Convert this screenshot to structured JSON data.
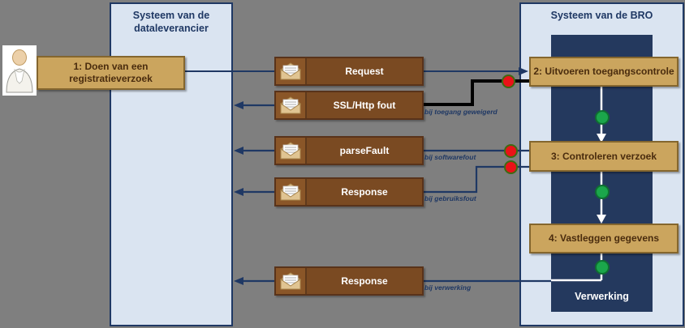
{
  "lanes": {
    "dataleverancier": {
      "title": "Systeem van de dataleverancier"
    },
    "bro": {
      "title": "Systeem van de BRO",
      "inner_label": "Verwerking"
    }
  },
  "actor": {
    "icon": "person-icon"
  },
  "steps": [
    {
      "label": "1: Doen van een registratieverzoek"
    },
    {
      "label": "2: Uitvoeren toegangscontrole"
    },
    {
      "label": "3:  Controleren verzoek"
    },
    {
      "label": "4: Vastleggen gegevens"
    }
  ],
  "messages": [
    {
      "label": "Request",
      "direction": "right",
      "condition": ""
    },
    {
      "label": "SSL/Http fout",
      "direction": "left",
      "condition": "bij toegang geweigerd"
    },
    {
      "label": "parseFault",
      "direction": "left",
      "condition": "bij softwarefout"
    },
    {
      "label": "Response",
      "direction": "left",
      "condition": "bij gebruiksfout"
    },
    {
      "label": "Response",
      "direction": "left",
      "condition": "bij verwerking"
    }
  ],
  "colors": {
    "background": "#7f7f7f",
    "lane_bg": "#dae4f1",
    "lane_border": "#1f3864",
    "processing_panel": "#24395e",
    "step_bg": "#cba55e",
    "step_text": "#4a2c0e",
    "message_bg": "#7a4a22",
    "arrow_navy": "#1f3864",
    "error_line_black": "#000000",
    "dot_red": "#ea1218",
    "dot_green": "#1ba64b"
  }
}
